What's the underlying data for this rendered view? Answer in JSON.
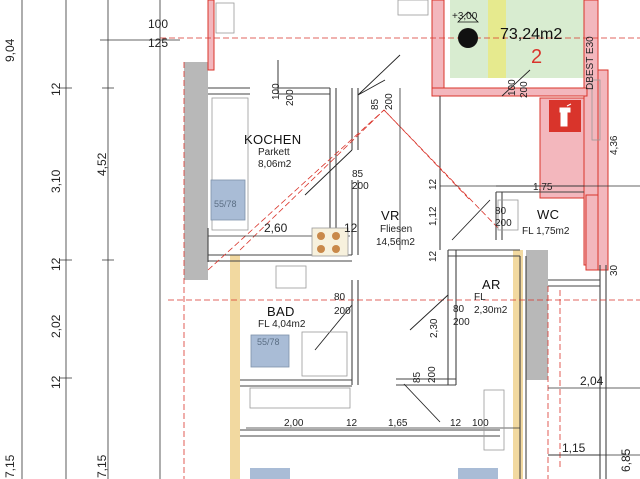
{
  "rooms": {
    "kochen": {
      "name": "KOCHEN",
      "floor": "Parkett",
      "area": "8,06m2"
    },
    "vr": {
      "name": "VR",
      "floor": "Fliesen",
      "area": "14,56m2"
    },
    "bad": {
      "name": "BAD",
      "floor_area": "FL 4,04m2"
    },
    "wc": {
      "name": "WC",
      "floor_area": "FL 1,75m2"
    },
    "ar": {
      "name": "AR",
      "floor": "FL",
      "area": "2,30m2"
    }
  },
  "unit": {
    "number": "2",
    "area": "73,24m2",
    "level": "+3,00"
  },
  "badges": {
    "kochen": "55/78",
    "bad": "55/78"
  },
  "left_dims": [
    "9,04",
    "12",
    "3,10",
    "4,52",
    "12",
    "2,02",
    "12",
    "7,15",
    "7,15"
  ],
  "top_dims": {
    "a": "100",
    "b": "125"
  },
  "door_dims": {
    "kochen_door": [
      "100",
      "200"
    ],
    "vr_top": [
      "85",
      "200"
    ],
    "vr_mid": [
      "85",
      "200"
    ],
    "wc_door": [
      "80",
      "200"
    ],
    "bad_door": [
      "80",
      "200"
    ],
    "ar_door": [
      "80",
      "200"
    ],
    "ar_bottom": [
      "85",
      "200"
    ],
    "right_top": [
      "100",
      "200"
    ]
  },
  "dims": {
    "d260": "2,60",
    "d12a": "12",
    "d112": "1,12",
    "d12b": "12",
    "d12c": "12",
    "d175": "1,75",
    "d230": "2,30",
    "d200": "2,00",
    "d12d": "12",
    "d165": "1,65",
    "d12e": "12",
    "d100": "100",
    "d204": "2,04",
    "d115": "1,15",
    "d685": "6,85",
    "d436": "4,36",
    "d30": "30",
    "dbest": "DBEST E30"
  }
}
